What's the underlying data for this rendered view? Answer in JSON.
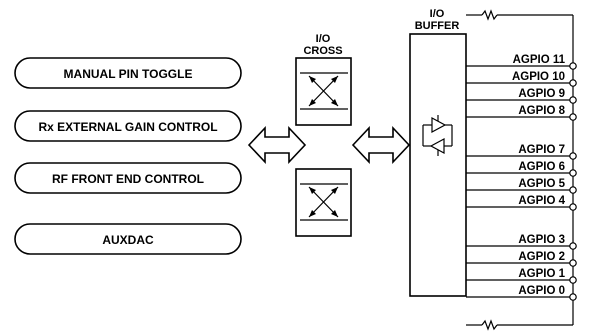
{
  "functions": [
    {
      "label": "MANUAL PIN TOGGLE"
    },
    {
      "label": "Rx EXTERNAL GAIN CONTROL"
    },
    {
      "label": "RF FRONT END CONTROL"
    },
    {
      "label": "AUXDAC"
    }
  ],
  "io_cross": {
    "line1": "I/O",
    "line2": "CROSS"
  },
  "io_buffer": {
    "line1": "I/O",
    "line2": "BUFFER"
  },
  "pins": [
    "AGPIO 11",
    "AGPIO 10",
    "AGPIO 9",
    "AGPIO 8",
    "AGPIO 7",
    "AGPIO 6",
    "AGPIO 5",
    "AGPIO 4",
    "AGPIO 3",
    "AGPIO 2",
    "AGPIO 1",
    "AGPIO 0"
  ]
}
